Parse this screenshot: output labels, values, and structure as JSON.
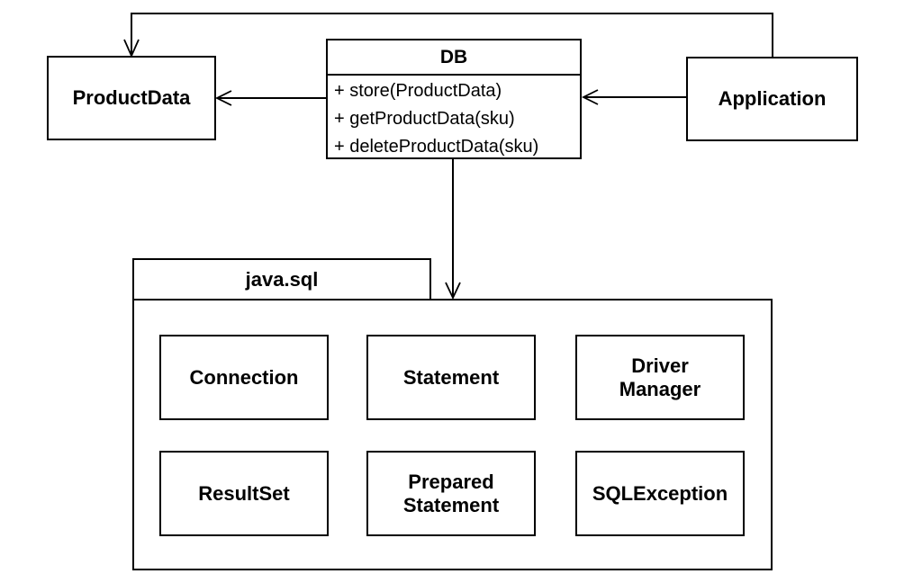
{
  "diagram": {
    "product_data": {
      "label": "ProductData"
    },
    "db": {
      "title": "DB",
      "methods": [
        "+ store(ProductData)",
        "+ getProductData(sku)",
        "+ deleteProductData(sku)"
      ]
    },
    "application": {
      "label": "Application"
    },
    "package": {
      "label": "java.sql",
      "classes": [
        {
          "lines": [
            "Connection"
          ]
        },
        {
          "lines": [
            "Statement"
          ]
        },
        {
          "lines": [
            "Driver",
            "Manager"
          ]
        },
        {
          "lines": [
            "ResultSet"
          ]
        },
        {
          "lines": [
            "Prepared",
            "Statement"
          ]
        },
        {
          "lines": [
            "SQLException"
          ]
        }
      ]
    },
    "connectors": [
      {
        "name": "application-to-productdata"
      },
      {
        "name": "db-to-productdata"
      },
      {
        "name": "application-to-db"
      },
      {
        "name": "db-to-javasql"
      }
    ],
    "colors": {
      "line": "#000000",
      "background": "#ffffff",
      "text": "#000000"
    }
  }
}
